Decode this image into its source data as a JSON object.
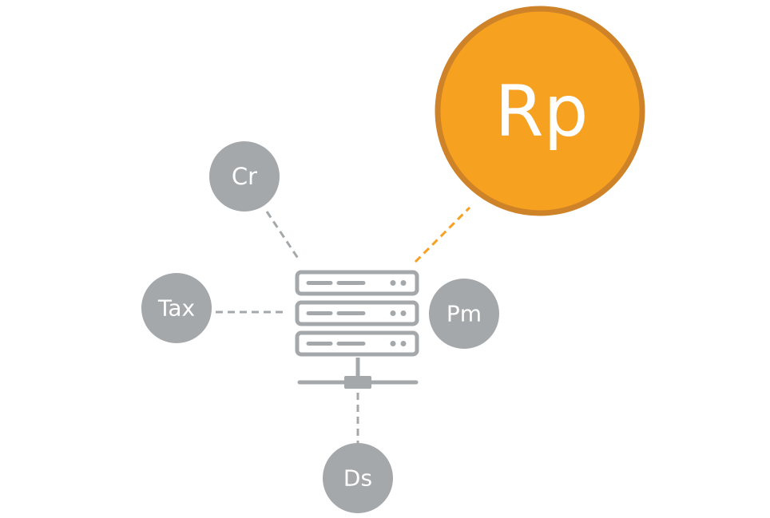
{
  "nodes": {
    "cr": {
      "label": "Cr"
    },
    "tax": {
      "label": "Tax"
    },
    "pm": {
      "label": "Pm"
    },
    "ds": {
      "label": "Ds"
    },
    "rp": {
      "label": "Rp"
    }
  },
  "colors": {
    "node_gray": "#a4a8ab",
    "server_gray": "#a4a8ab",
    "connector_gray": "#a4a8ab",
    "highlight_fill": "#f6a120",
    "highlight_stroke": "#cf8328",
    "highlight_connector": "#f6a120",
    "label": "#ffffff"
  }
}
